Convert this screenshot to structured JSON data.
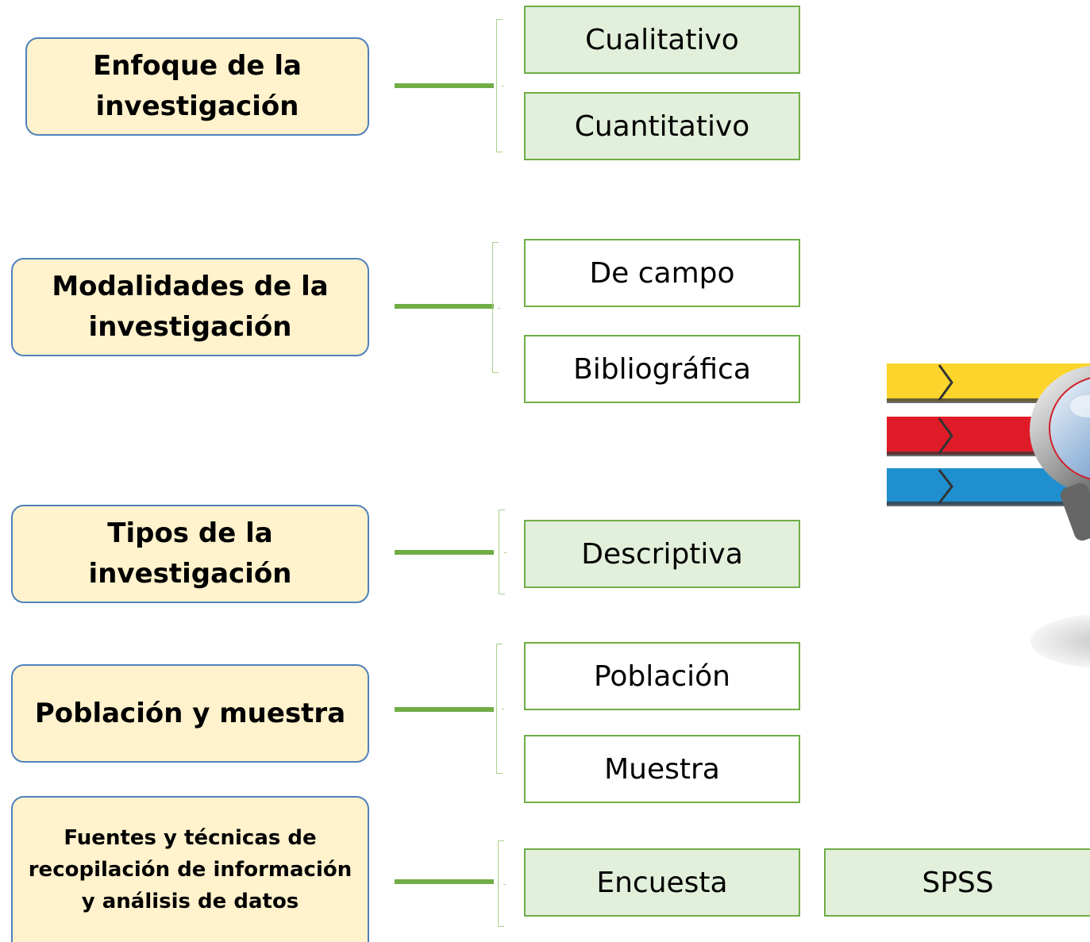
{
  "categories": [
    {
      "label": "Enfoque de la investigación"
    },
    {
      "label": "Modalidades de la investigación"
    },
    {
      "label": "Tipos de la investigación"
    },
    {
      "label": "Población y muestra"
    },
    {
      "label": "Fuentes y técnicas de recopilación de información y análisis de datos"
    }
  ],
  "items": {
    "cualitativo": "Cualitativo",
    "cuantitativo": "Cuantitativo",
    "de_campo": "De campo",
    "bibliografica": "Bibliográfica",
    "descriptiva": "Descriptiva",
    "poblacion": "Población",
    "muestra": "Muestra",
    "encuesta": "Encuesta",
    "spss": "SPSS"
  },
  "colors": {
    "category_fill": "#fff2cc",
    "category_border": "#4f81bd",
    "connector": "#70ad47",
    "item_green_fill": "#e2efda",
    "item_border": "#70ad47"
  },
  "illustration": {
    "icon": "magnifying-glass-over-colored-bars-icon",
    "bar_colors": [
      "#fcd42b",
      "#e01b28",
      "#1f8fcf"
    ]
  }
}
